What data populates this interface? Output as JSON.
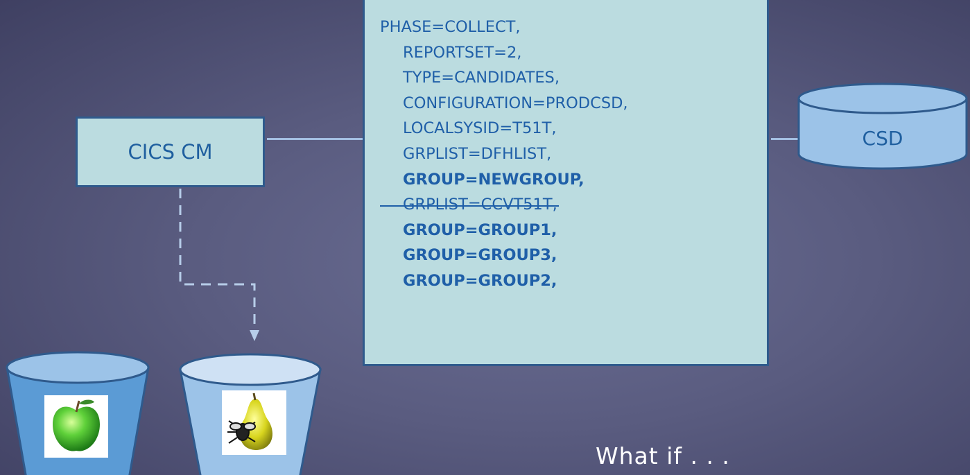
{
  "cics_label": "CICS CM",
  "params": [
    {
      "text": "PHASE=COLLECT,",
      "bold": false,
      "struck": false,
      "indent": false
    },
    {
      "text": "REPORTSET=2,",
      "bold": false,
      "struck": false,
      "indent": true
    },
    {
      "text": "TYPE=CANDIDATES,",
      "bold": false,
      "struck": false,
      "indent": true
    },
    {
      "text": "CONFIGURATION=PRODCSD,",
      "bold": false,
      "struck": false,
      "indent": true
    },
    {
      "text": "LOCALSYSID=T51T,",
      "bold": false,
      "struck": false,
      "indent": true
    },
    {
      "text": "GRPLIST=DFHLIST,",
      "bold": false,
      "struck": false,
      "indent": true
    },
    {
      "text": "GROUP=NEWGROUP,",
      "bold": true,
      "struck": false,
      "indent": true
    },
    {
      "text": "GRPLIST=CCVT51T,",
      "bold": false,
      "struck": true,
      "indent": true
    },
    {
      "text": "GROUP=GROUP1,",
      "bold": true,
      "struck": false,
      "indent": true
    },
    {
      "text": "GROUP=GROUP3,",
      "bold": true,
      "struck": false,
      "indent": true
    },
    {
      "text": "GROUP=GROUP2,",
      "bold": true,
      "struck": false,
      "indent": true
    }
  ],
  "csd_label": "CSD",
  "footer_text": "What if . . .",
  "icons": [
    "green-apple-icon",
    "pear-with-bug-icon"
  ],
  "colors": {
    "box_fill": "#bbdce0",
    "box_border": "#2f5a8c",
    "text_blue": "#1f5fa8",
    "connector": "#a4bfe2",
    "bucket_left": "#5b9bd5",
    "bucket_right": "#9cc3e8"
  }
}
